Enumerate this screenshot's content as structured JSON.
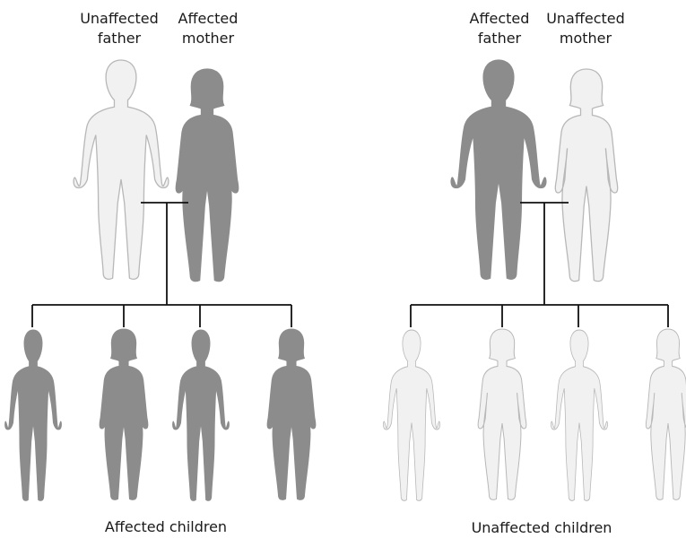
{
  "colors": {
    "affected": "#8c8c8c",
    "unaffected": "#f1f1f1",
    "outline": "#b8b8b8",
    "line": "#111111"
  },
  "left": {
    "father_label_1": "Unaffected",
    "father_label_2": "father",
    "mother_label_1": "Affected",
    "mother_label_2": "mother",
    "caption": "Affected children"
  },
  "right": {
    "father_label_1": "Affected",
    "father_label_2": "father",
    "mother_label_1": "Unaffected",
    "mother_label_2": "mother",
    "caption": "Unaffected children"
  }
}
